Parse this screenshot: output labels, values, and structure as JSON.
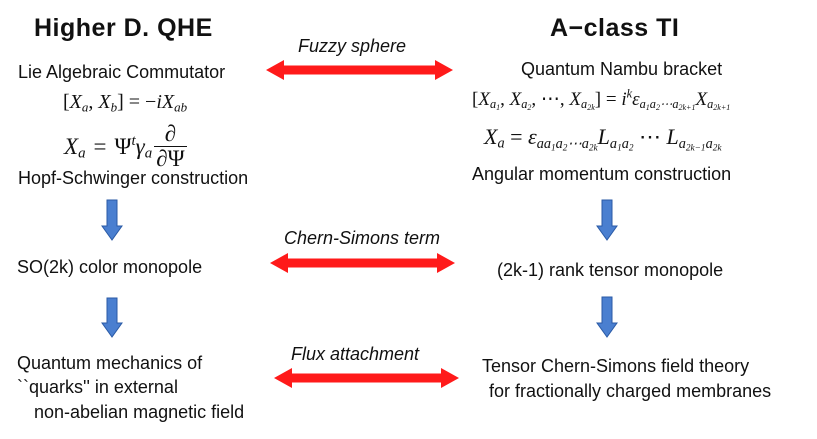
{
  "left": {
    "title": "Higher D. QHE",
    "heading": "Lie Algebraic Commutator",
    "construction": "Hopf-Schwinger construction",
    "monopole": "SO(2k) color monopole",
    "qm_line1": "Quantum mechanics of",
    "qm_line2": "``quarks'' in external",
    "qm_line3": "non-abelian magnetic field"
  },
  "right": {
    "title": "A−class TI",
    "heading": "Quantum Nambu bracket",
    "construction": "Angular momentum construction",
    "monopole": "(2k-1) rank tensor monopole",
    "theory_line1": "Tensor Chern-Simons field theory",
    "theory_line2": "for fractionally charged membranes"
  },
  "arrows": {
    "top_label": "Fuzzy sphere",
    "middle_label": "Chern-Simons term",
    "bottom_label": "Flux attachment"
  },
  "colors": {
    "double_arrow": "#ff1a1a",
    "down_arrow_fill": "#4a7fd0",
    "down_arrow_stroke": "#2a5aa6"
  }
}
